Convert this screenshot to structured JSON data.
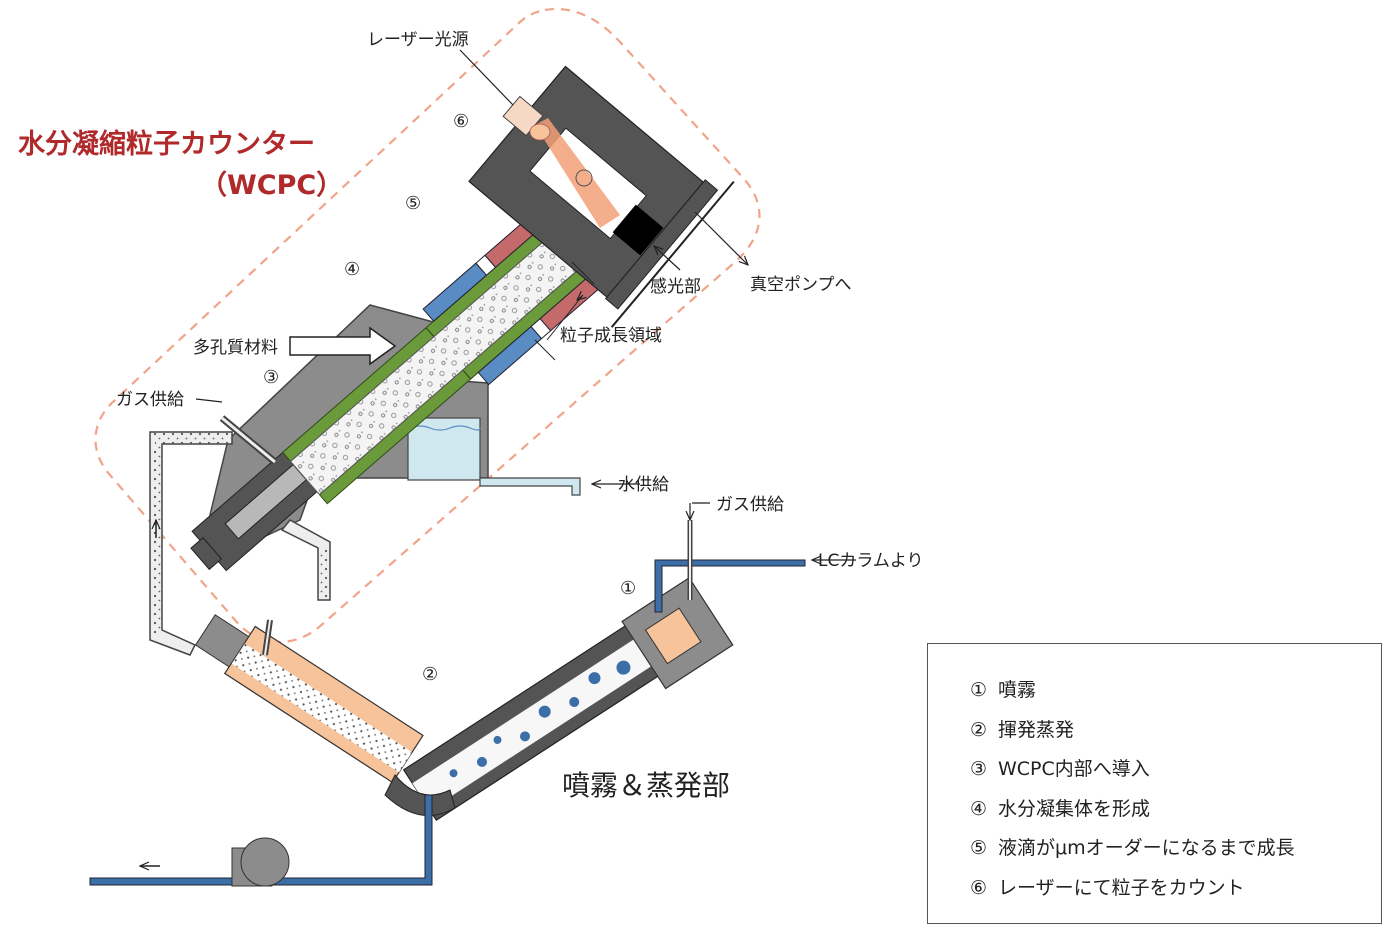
{
  "title": {
    "line1": "水分凝縮粒子カウンター",
    "line2": "（WCPC）"
  },
  "section_title": "噴霧＆蒸発部",
  "labels": {
    "laser_source": "レーザー光源",
    "photodetector": "感光部",
    "to_vacuum_pump": "真空ポンプへ",
    "porous_material": "多孔質材料",
    "growth_region": "粒子成長領域",
    "gas_supply_upper": "ガス供給",
    "water_supply": "水供給",
    "gas_supply_lower": "ガス供給",
    "from_lc_column": "LCカラムより"
  },
  "markers": [
    "①",
    "②",
    "③",
    "④",
    "⑤",
    "⑥"
  ],
  "legend": [
    {
      "num": "①",
      "text": "噴霧"
    },
    {
      "num": "②",
      "text": "揮発蒸発"
    },
    {
      "num": "③",
      "text": "WCPC内部へ導入"
    },
    {
      "num": "④",
      "text": "水分凝集体を形成"
    },
    {
      "num": "⑤",
      "text": "液滴がμmオーダーになるまで成長"
    },
    {
      "num": "⑥",
      "text": "レーザーにて粒子をカウント"
    }
  ],
  "colors": {
    "title_red": "#b0292b",
    "dashed_outline": "#f0a488",
    "body_gray": "#8c8c8c",
    "dark_gray": "#545454",
    "saturator_green": "#6a9a3a",
    "condenser_red": "#c56a6a",
    "cooler_blue": "#5a8cc4",
    "heater_orange": "#f6c39a",
    "water": "#cfe8ef",
    "pipe_blue": "#3c6ea8"
  }
}
